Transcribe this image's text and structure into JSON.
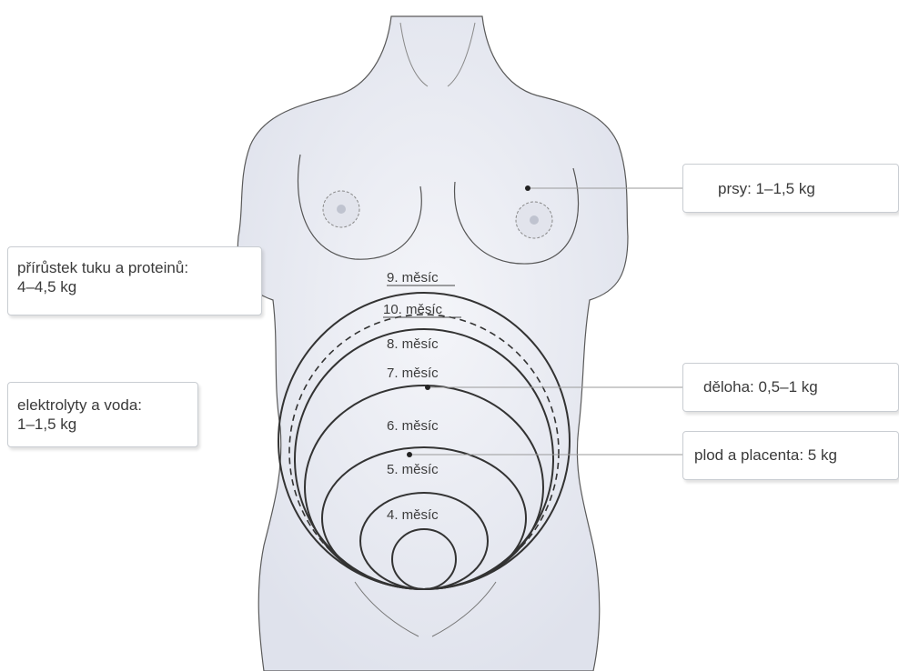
{
  "labels": {
    "breasts": "prsy: 1–1,5 kg",
    "fat_protein_line1": "přírůstek tuku a proteinů:",
    "fat_protein_line2": "4–4,5 kg",
    "electrolytes_line1": "elektrolyty a voda:",
    "electrolytes_line2": "1–1,5 kg",
    "uterus": "děloha: 0,5–1 kg",
    "fetus_placenta": "plod a placenta: 5 kg"
  },
  "months": {
    "m9": "9. měsíc",
    "m10": "10. měsíc",
    "m8": "8. měsíc",
    "m7": "7. měsíc",
    "m6": "6. měsíc",
    "m5": "5. měsíc",
    "m4": "4. měsíc"
  },
  "colors": {
    "body_fill": "#eceef4",
    "outline": "#4a4a4a",
    "leader": "#9a9a9a"
  }
}
